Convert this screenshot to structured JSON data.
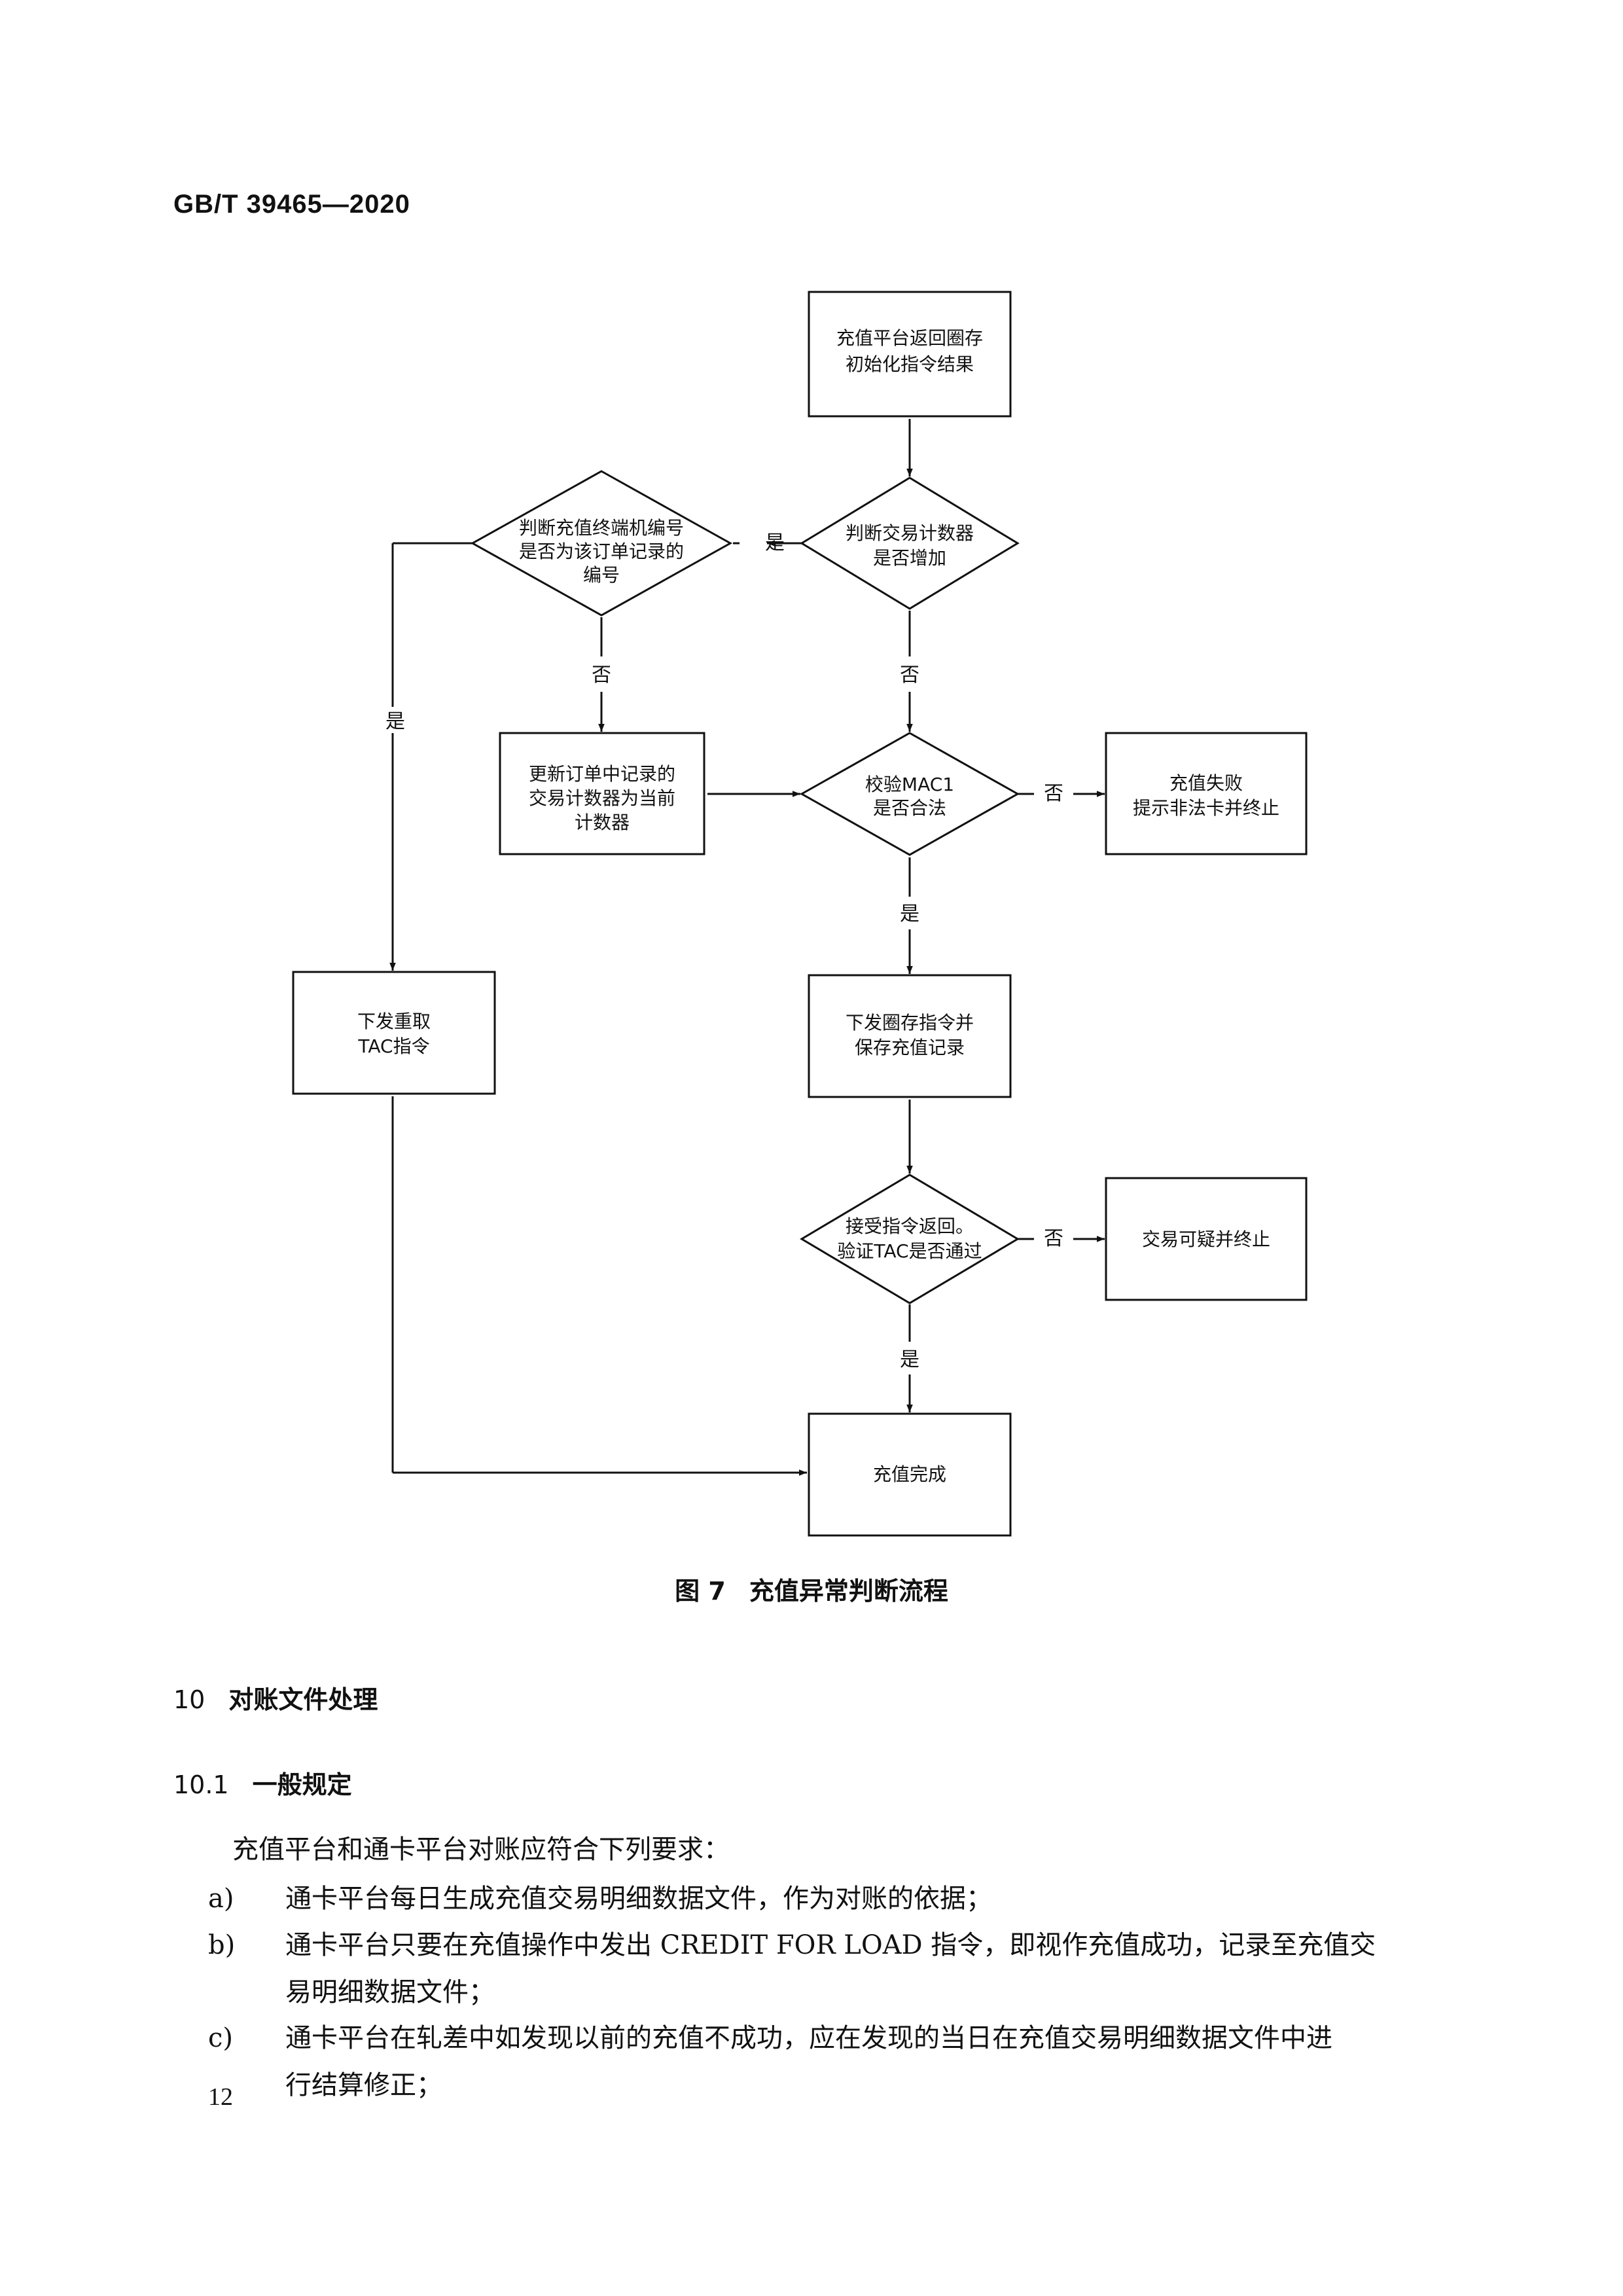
{
  "header": {
    "standard_code": "GB/T 39465—2020"
  },
  "figure": {
    "caption_number": "图 7",
    "caption_title": "充值异常判断流程",
    "nodes": {
      "start": [
        "充值平台返回圈存",
        "初始化指令结果"
      ],
      "check_counter": [
        "判断交易计数器",
        "是否增加"
      ],
      "check_terminal": [
        "判断充值终端机编号",
        "是否为该订单记录的",
        "编号"
      ],
      "update_order": [
        "更新订单中记录的",
        "交易计数器为当前",
        "计数器"
      ],
      "verify_mac": [
        "校验MAC1",
        "是否合法"
      ],
      "fail": [
        "充值失败",
        "提示非法卡并终止"
      ],
      "resend_tac": [
        "下发重取",
        "TAC指令"
      ],
      "send_load": [
        "下发圈存指令并",
        "保存充值记录"
      ],
      "receive_verify": [
        "接受指令返回。",
        "验证TAC是否通过"
      ],
      "suspicious": [
        "交易可疑并终止"
      ],
      "complete": [
        "充值完成"
      ]
    },
    "edge_labels": {
      "yes": "是",
      "no": "否"
    }
  },
  "section": {
    "number": "10",
    "title": "对账文件处理"
  },
  "subsection": {
    "number": "10.1",
    "title": "一般规定"
  },
  "intro": "充值平台和通卡平台对账应符合下列要求：",
  "items": [
    {
      "mark": "a)",
      "lines": [
        "通卡平台每日生成充值交易明细数据文件，作为对账的依据；"
      ]
    },
    {
      "mark": "b)",
      "lines": [
        "通卡平台只要在充值操作中发出 CREDIT FOR LOAD 指令，即视作充值成功，记录至充值交",
        "易明细数据文件；"
      ]
    },
    {
      "mark": "c)",
      "lines": [
        "通卡平台在轧差中如发现以前的充值不成功，应在发现的当日在充值交易明细数据文件中进",
        "行结算修正；"
      ]
    }
  ],
  "page_number": "12"
}
